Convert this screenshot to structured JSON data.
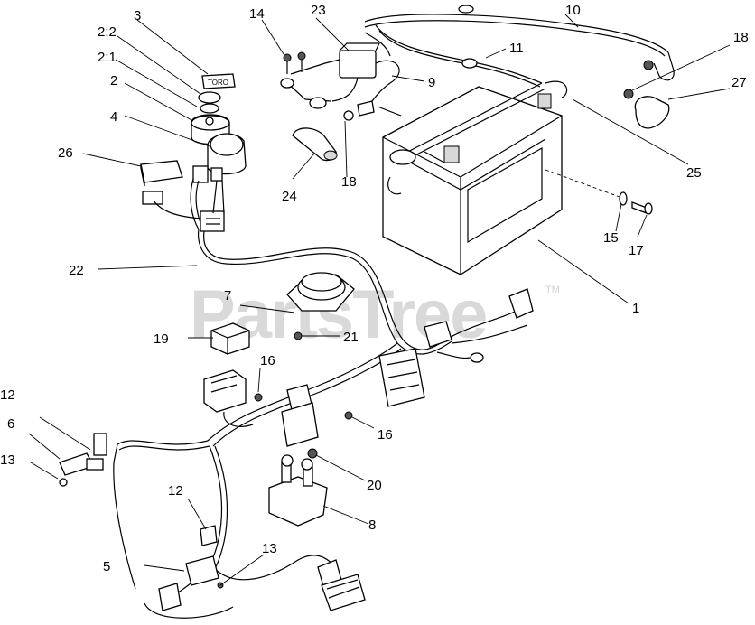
{
  "watermark": {
    "brand": "PartsTree",
    "tm": "TM"
  },
  "parts": [
    {
      "key": "p1",
      "number": "1"
    },
    {
      "key": "p2",
      "number": "2"
    },
    {
      "key": "p2_1",
      "number": "2:1"
    },
    {
      "key": "p2_2",
      "number": "2:2"
    },
    {
      "key": "p3",
      "number": "3"
    },
    {
      "key": "p4",
      "number": "4"
    },
    {
      "key": "p5",
      "number": "5"
    },
    {
      "key": "p6",
      "number": "6"
    },
    {
      "key": "p7",
      "number": "7"
    },
    {
      "key": "p8",
      "number": "8"
    },
    {
      "key": "p9",
      "number": "9"
    },
    {
      "key": "p10",
      "number": "10"
    },
    {
      "key": "p11",
      "number": "11"
    },
    {
      "key": "p12a",
      "number": "12"
    },
    {
      "key": "p12b",
      "number": "12"
    },
    {
      "key": "p13a",
      "number": "13"
    },
    {
      "key": "p13b",
      "number": "13"
    },
    {
      "key": "p14",
      "number": "14"
    },
    {
      "key": "p15",
      "number": "15"
    },
    {
      "key": "p16a",
      "number": "16"
    },
    {
      "key": "p16b",
      "number": "16"
    },
    {
      "key": "p17",
      "number": "17"
    },
    {
      "key": "p18a",
      "number": "18"
    },
    {
      "key": "p18b",
      "number": "18"
    },
    {
      "key": "p19",
      "number": "19"
    },
    {
      "key": "p20",
      "number": "20"
    },
    {
      "key": "p21",
      "number": "21"
    },
    {
      "key": "p22",
      "number": "22"
    },
    {
      "key": "p23",
      "number": "23"
    },
    {
      "key": "p24",
      "number": "24"
    },
    {
      "key": "p25",
      "number": "25"
    },
    {
      "key": "p26",
      "number": "26"
    },
    {
      "key": "p27",
      "number": "27"
    }
  ],
  "decal_text": "TORO"
}
